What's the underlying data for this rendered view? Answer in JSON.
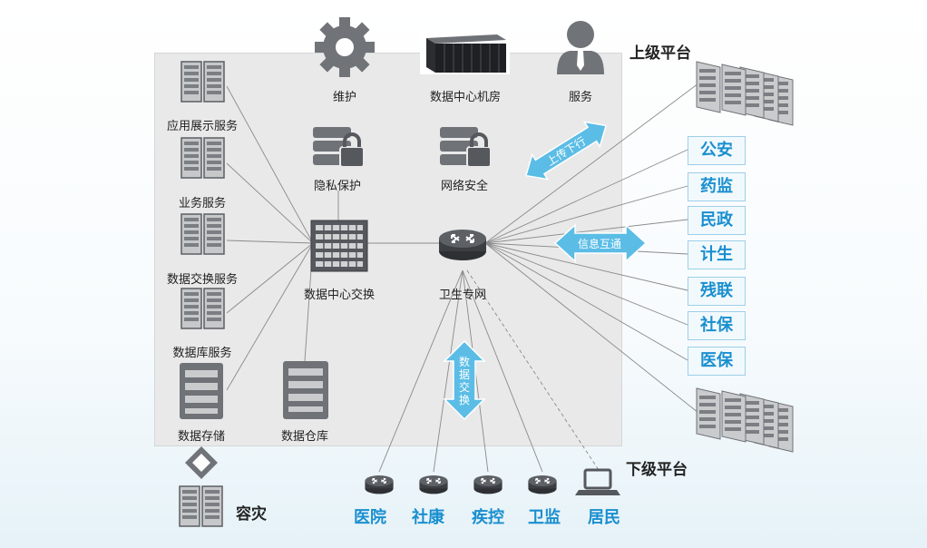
{
  "labels": {
    "maintain": "维护",
    "datacenter_room": "数据中心机房",
    "service": "服务",
    "app_display": "应用展示服务",
    "business": "业务服务",
    "data_exchange_service": "数据交换服务",
    "database_service": "数据库服务",
    "data_storage": "数据存储",
    "data_warehouse": "数据仓库",
    "privacy": "隐私保护",
    "network_security": "网络安全",
    "dc_switch": "数据中心交换",
    "health_network": "卫生专网"
  },
  "titles": {
    "upper_platform": "上级平台",
    "lower_platform": "下级平台",
    "disaster_recovery": "容灾"
  },
  "agencies": [
    "公安",
    "药监",
    "民政",
    "计生",
    "残联",
    "社保",
    "医保"
  ],
  "bottom_nodes": [
    "医院",
    "社康",
    "疾控",
    "卫监",
    "居民"
  ],
  "arrows": {
    "upload_download": "上传下行",
    "info_exchange": "信息互通",
    "data_exchange": "数据交换"
  },
  "colors": {
    "accent_blue": "#1a8fcf",
    "arrow_blue": "#5bbde6",
    "panel_bg": "#e9e9ea",
    "icon_gray": "#6f7276"
  }
}
